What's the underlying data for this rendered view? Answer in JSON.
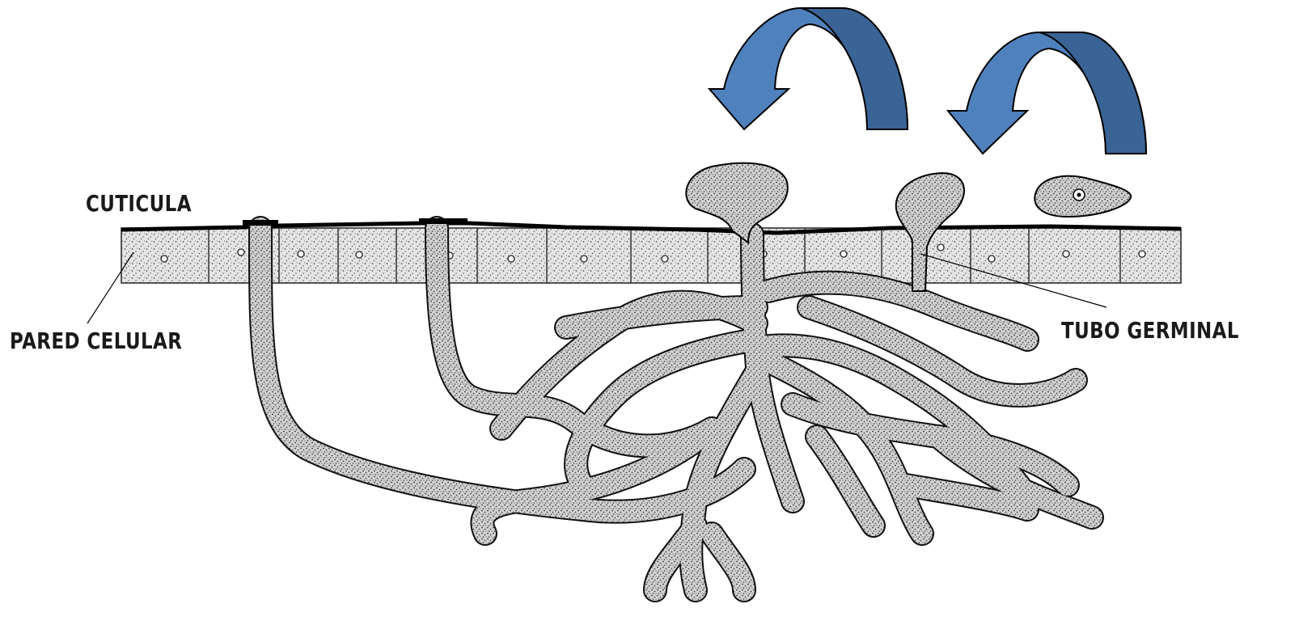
{
  "labels": {
    "cuticula": "CUTICULA",
    "pared_celular": "PARED CELULAR",
    "tubo_germinal": "TUBO GERMINAL"
  },
  "colors": {
    "arrow_light": "#4f81bd",
    "arrow_dark": "#3a6496",
    "outline": "#000000",
    "tissue_fill": "#dcdcdc",
    "hypha_fill": "#d6d6d6",
    "stipple": "#555555"
  }
}
